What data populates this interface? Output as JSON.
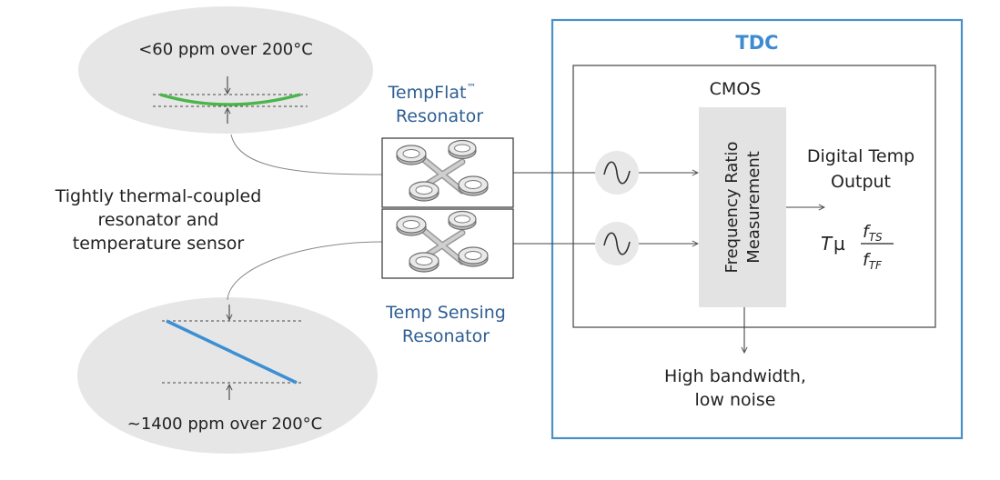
{
  "colors": {
    "tdc_blue": "#4a90c8",
    "label_blue": "#2f5f93",
    "green_curve": "#4ab54a",
    "blue_line": "#3b8fd4",
    "ellipse_fill": "#e6e6e6",
    "block_fill": "#e3e3e3",
    "osc_fill": "#e8e8e8",
    "line": "#666666"
  },
  "top_spec": {
    "label": "<60 ppm over 200°C"
  },
  "bottom_spec": {
    "label": "~1400 ppm over 200°C"
  },
  "coupling_note": {
    "line1": "Tightly thermal-coupled",
    "line2": "resonator and",
    "line3": "temperature sensor"
  },
  "tempflat_resonator": {
    "line1": "TempFlat",
    "trademark": "™",
    "line2": "Resonator"
  },
  "temp_sensing_resonator": {
    "line1": "Temp Sensing",
    "line2": "Resonator"
  },
  "tdc": {
    "title": "TDC"
  },
  "cmos": {
    "title": "CMOS"
  },
  "freq_block": {
    "line1": "Frequency Ratio",
    "line2": "Measurement"
  },
  "oscillator": {
    "icon": "sine-wave-icon"
  },
  "resonator_icon": {
    "icon": "mems-resonator-icon"
  },
  "output": {
    "line1": "Digital Temp",
    "line2": "Output"
  },
  "formula": {
    "lhs": "T",
    "op": "µ",
    "num": "f",
    "num_sub": "TS",
    "den": "f",
    "den_sub": "TF"
  },
  "bottom_note": {
    "line1": "High bandwidth,",
    "line2": "low noise"
  }
}
